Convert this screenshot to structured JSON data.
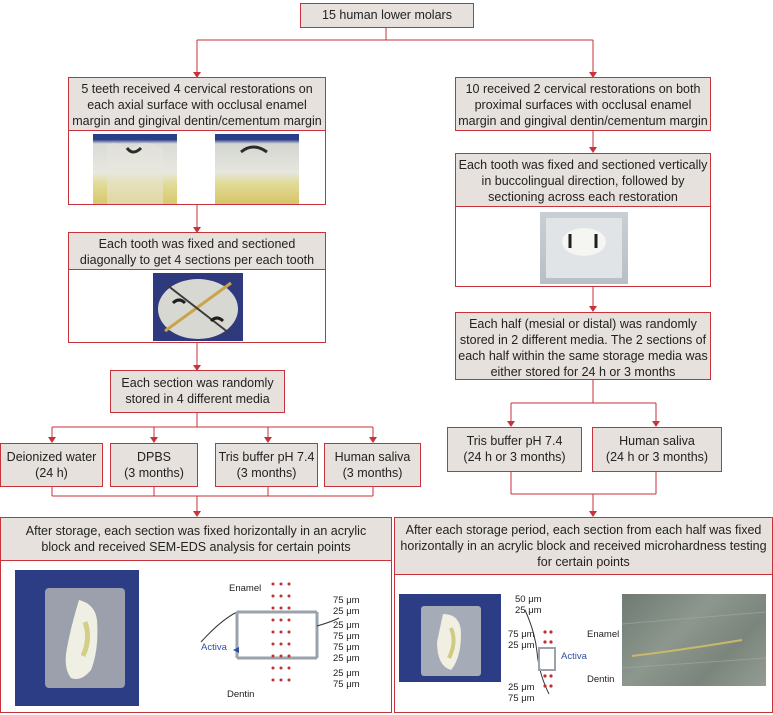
{
  "top": {
    "text": "15 human lower molars"
  },
  "left": {
    "box1": [
      "5 teeth received 4 cervical restorations on",
      "each axial surface with occlusal enamel",
      "margin and gingival dentin/cementum margin"
    ],
    "box2": [
      "Each tooth was fixed and sectioned",
      "diagonally to get 4 sections per each tooth"
    ],
    "box3": [
      "Each section was randomly",
      "stored in 4 different media"
    ],
    "media": [
      {
        "line1": "Deionized water",
        "line2": "(24 h)"
      },
      {
        "line1": "DPBS",
        "line2": "(3 months)"
      },
      {
        "line1": "Tris buffer pH 7.4",
        "line2": "(3 months)"
      },
      {
        "line1": "Human saliva",
        "line2": "(3 months)"
      }
    ],
    "final": [
      "After storage, each section was fixed horizontally in an acrylic",
      "block and received SEM-EDS analysis for certain points"
    ],
    "diagram": {
      "enamel": "Enamel",
      "dentin": "Dentin",
      "activa": "Activa",
      "labels": [
        "75 μm",
        "25 μm",
        "25 μm",
        "75 μm",
        "75 μm",
        "25 μm",
        "25 μm",
        "75 μm"
      ]
    }
  },
  "right": {
    "box1": [
      "10 received 2 cervical restorations on both",
      "proximal surfaces with occlusal enamel",
      "margin and gingival dentin/cementum margin"
    ],
    "box2": [
      "Each tooth was fixed and sectioned vertically",
      "in buccolingual direction, followed by",
      "sectioning across each restoration"
    ],
    "box3": [
      "Each half (mesial or distal) was randomly",
      "stored in 2 different media. The 2 sections of",
      "each half within the same storage media was",
      "either stored for 24 h or 3 months"
    ],
    "media": [
      {
        "line1": "Tris buffer pH 7.4",
        "line2": "(24 h or 3 months)"
      },
      {
        "line1": "Human saliva",
        "line2": "(24 h or 3 months)"
      }
    ],
    "final": [
      "After each storage period, each section from each half was fixed",
      "horizontally in an acrylic block and received microhardness testing",
      "for certain points"
    ],
    "diagram": {
      "top_labels": [
        "50 μm",
        "25 μm"
      ],
      "mid_labels": [
        "75 μm",
        "25 μm"
      ],
      "bot_labels": [
        "25 μm",
        "75 μm"
      ],
      "enamel": "Enamel",
      "dentin": "Dentin",
      "activa": "Activa"
    }
  },
  "colors": {
    "border": "#c8323a",
    "box_fill": "#e6e1dc",
    "activa": "#2f4fa0",
    "dots": "#c0302f"
  }
}
